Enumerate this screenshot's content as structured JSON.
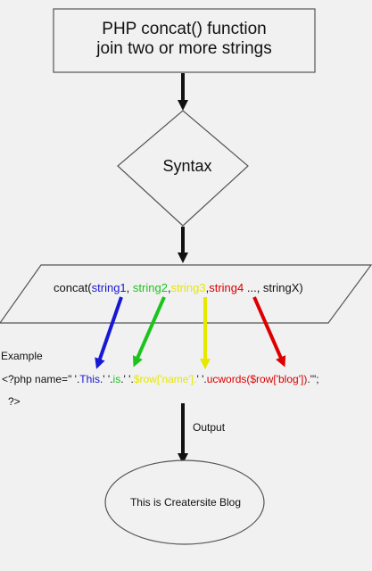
{
  "title": {
    "line1": "PHP concat() function",
    "line2": "join two or more strings"
  },
  "decision": {
    "label": "Syntax"
  },
  "syntax": {
    "prefix": "concat(",
    "arg1": "string1",
    "sep1": ", ",
    "arg2": "string2",
    "sep2": ",",
    "arg3": "string3",
    "sep3": ",",
    "arg4": "string4",
    "suffix": " ..., stringX)"
  },
  "example": {
    "label": "Example",
    "line1_a": "<?php name=\" '.",
    "line1_this": "This",
    "line1_b": ".' '.",
    "line1_is": "is",
    "line1_c": ".' '.",
    "line1_row": "$row['name'].",
    "line1_d": "' '.",
    "line1_ucwords": "ucwords($row['blog'])",
    "line1_e": ".'\";",
    "line2": "?>"
  },
  "output": {
    "label": "Output",
    "result": "This is Creatersite Blog"
  },
  "colors": {
    "string1": "#1717d4",
    "string2": "#1bc41b",
    "string3": "#e7e700",
    "string4": "#dc0000",
    "line": "#111111"
  }
}
